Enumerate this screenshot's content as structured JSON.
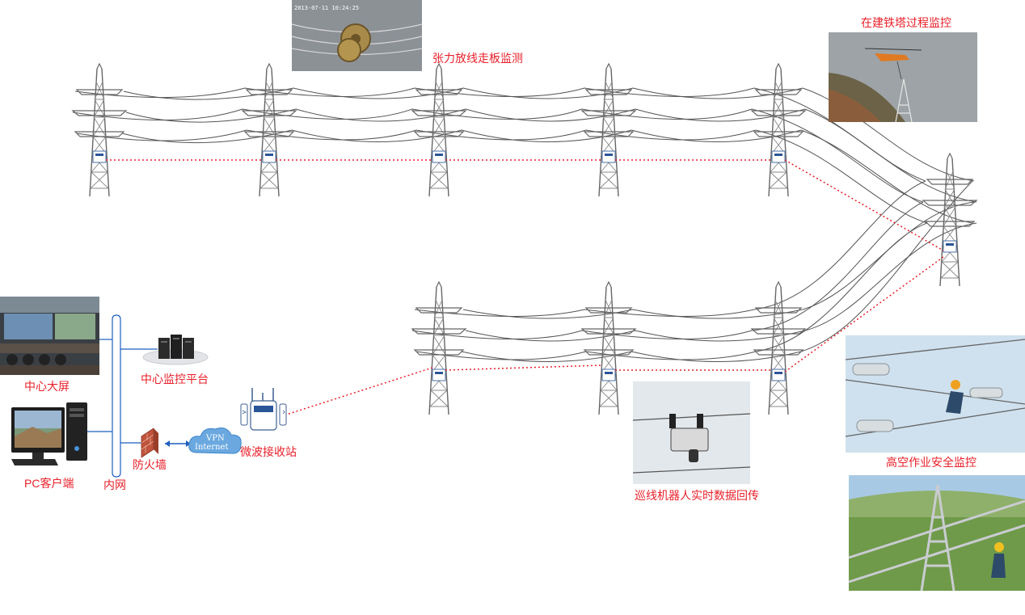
{
  "labels": {
    "tension_monitor": "张力放线走板监测",
    "tower_build_monitor": "在建铁塔过程监控",
    "high_altitude_monitor": "高空作业安全监控",
    "robot_return": "巡线机器人实时数据回传",
    "center_screen": "中心大屏",
    "center_platform": "中心监控平台",
    "pc_client": "PC客户端",
    "intranet": "内网",
    "firewall": "防火墙",
    "vpn_line1": "VPN",
    "vpn_line2": "Internet",
    "microwave_station": "微波接收站"
  },
  "photos": {
    "tension_timestamp": "2013-07-11 10:24:25"
  },
  "colors": {
    "label_red": "#e8202a",
    "label_blue": "#1f5fbf",
    "wire_link": "#e8202a",
    "network_line": "#1f5fbf"
  }
}
